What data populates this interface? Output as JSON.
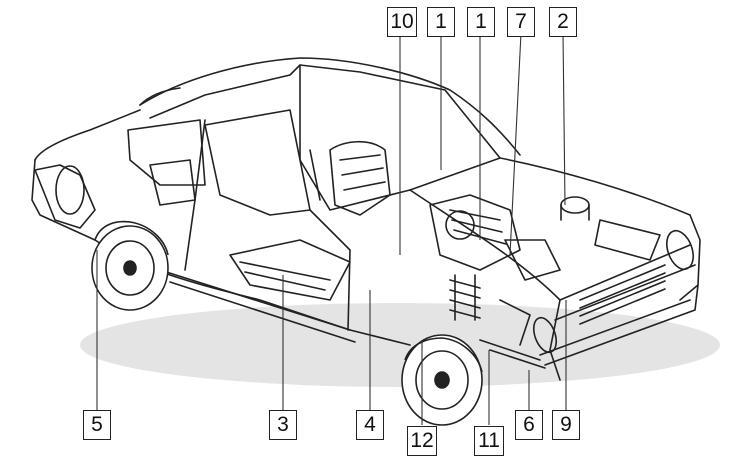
{
  "diagram": {
    "subject": "cutaway illustration of a two-door saloon car showing chassis, engine and suspension",
    "callouts_top": [
      "10",
      "1",
      "1",
      "7",
      "2"
    ],
    "callouts_bottom": [
      "5",
      "3",
      "4",
      "12",
      "11",
      "6",
      "9"
    ],
    "colors": {
      "line": "#222222",
      "background": "#ffffff",
      "shadow": "#c8c8c8"
    }
  }
}
